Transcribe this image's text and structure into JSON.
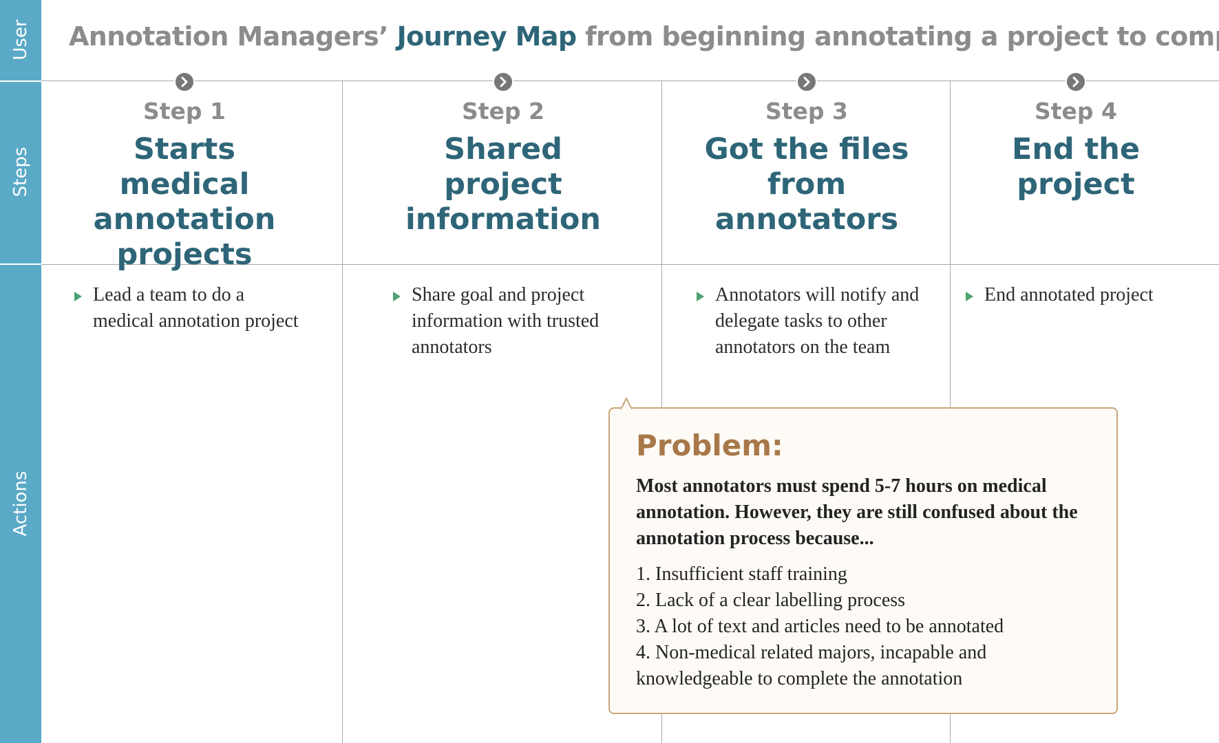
{
  "title": {
    "part1": "Annotation Managers’ ",
    "accent": "Journey Map",
    "part2": " from beginning annotating a project to completion"
  },
  "sidebar": {
    "user_label": "User",
    "steps_label": "Steps",
    "actions_label": "Actions"
  },
  "steps": [
    {
      "number": "Step 1",
      "title": "Starts medical annotation projects",
      "action": "Lead a team to do a medical annotation project"
    },
    {
      "number": "Step 2",
      "title": "Shared project information",
      "action": "Share goal and project information with trusted annotators"
    },
    {
      "number": "Step 3",
      "title": "Got the files from annotators",
      "action": "Annotators will notify and delegate tasks to other annotators on the team"
    },
    {
      "number": "Step 4",
      "title": "End the project",
      "action": "End annotated project"
    }
  ],
  "problem": {
    "heading": "Problem:",
    "statement": "Most annotators must spend 5-7 hours on medical annotation. However, they are still confused about the annotation process because...",
    "reasons": [
      "1. Insufficient staff training",
      "2. Lack of a clear labelling process",
      "3. A lot of text and articles need to be annotated",
      "4. Non-medical related majors, incapable and knowledgeable to complete the annotation"
    ]
  },
  "colors": {
    "sidebar": "#5aa9c7",
    "accent": "#2e6578",
    "muted": "#8c8c8c",
    "problem_heading": "#a8784a",
    "problem_border": "#c9a679",
    "problem_bg": "#fefbf6",
    "bullet": "#4da371"
  },
  "icons": {
    "step_marker": "chevron-right-circle-icon",
    "action_bullet": "triangle-right-icon"
  }
}
